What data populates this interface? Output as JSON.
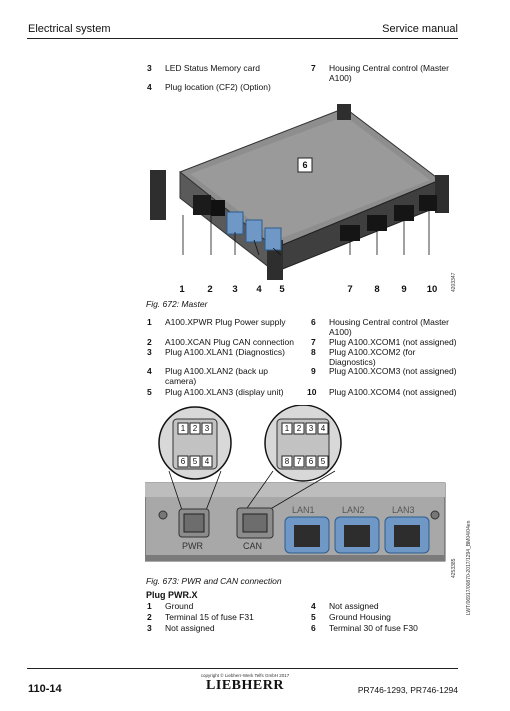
{
  "header": {
    "left": "Electrical system",
    "right": "Service manual"
  },
  "top_items": [
    {
      "num": "3",
      "text": "LED Status Memory card"
    },
    {
      "num": "4",
      "text": "Plug location (CF2) (Option)"
    },
    {
      "num": "7",
      "text": "Housing Central control (Master A100)"
    }
  ],
  "fig672": {
    "center_label": "6",
    "callouts": [
      "1",
      "2",
      "3",
      "4",
      "5",
      "7",
      "8",
      "9",
      "10"
    ],
    "side_code": "4203347",
    "caption": "Fig. 672: Master",
    "legend_left": [
      {
        "num": "1",
        "text": "A100.XPWR Plug Power supply"
      },
      {
        "num": "2",
        "text": "A100.XCAN Plug CAN connection"
      },
      {
        "num": "3",
        "text": "Plug A100.XLAN1 (Diagnostics)"
      },
      {
        "num": "4",
        "text": "Plug A100.XLAN2 (back up camera)"
      },
      {
        "num": "5",
        "text": "Plug A100.XLAN3 (display unit)"
      }
    ],
    "legend_right": [
      {
        "num": "6",
        "text": "Housing Central control (Master A100)"
      },
      {
        "num": "7",
        "text": "Plug A100.XCOM1 (not assigned)"
      },
      {
        "num": "8",
        "text": "Plug A100.XCOM2 (for Diagnostics)"
      },
      {
        "num": "9",
        "text": "Plug A100.XCOM3 (not assigned)"
      },
      {
        "num": "10",
        "text": "Plug A100.XCOM4 (not assigned)"
      }
    ]
  },
  "fig673": {
    "pins_left_top": [
      "1",
      "2",
      "3"
    ],
    "pins_left_bottom": [
      "6",
      "5",
      "4"
    ],
    "pins_right_top": [
      "1",
      "2",
      "3",
      "4"
    ],
    "pins_right_bottom": [
      "8",
      "7",
      "6",
      "5"
    ],
    "port_labels": [
      "PWR",
      "CAN",
      "LAN1",
      "LAN2",
      "LAN3"
    ],
    "side_code": "4253385",
    "caption": "Fig. 673: PWR and CAN connection",
    "plug_title": "Plug PWR.X",
    "legend_left": [
      {
        "num": "1",
        "text": "Ground"
      },
      {
        "num": "2",
        "text": "Terminal 15 of fuse F31"
      },
      {
        "num": "3",
        "text": "Not assigned"
      }
    ],
    "legend_right": [
      {
        "num": "4",
        "text": "Not assigned"
      },
      {
        "num": "5",
        "text": "Ground Housing"
      },
      {
        "num": "6",
        "text": "Terminal 30 of fuse F30"
      }
    ]
  },
  "side_doc_code": "LWT/06917/00870-2017/1294_BM04/04en",
  "footer": {
    "page": "110-14",
    "copyright": "copyright © Liebherr-Werk Telfs GmbH 2017",
    "brand": "LIEBHERR",
    "models": "PR746-1293, PR746-1294"
  }
}
